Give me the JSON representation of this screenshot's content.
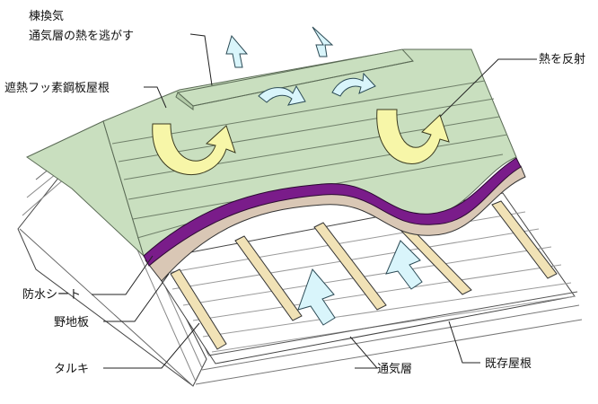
{
  "labels": {
    "ridge_vent_1": "棟換気",
    "ridge_vent_2": "通気層の熱を逃がす",
    "roof_panel": "遮熱フッ素鋼板屋根",
    "heat_reflect": "熱を反射",
    "waterproof_sheet": "防水シート",
    "sheathing_board": "野地板",
    "rafter": "タルキ",
    "air_layer": "通気層",
    "existing_roof": "既存屋根"
  },
  "colors": {
    "roof_green": "#c9dfbf",
    "roof_edge": "#5a6a55",
    "purple_membrane": "#7a1c8a",
    "sheathing": "#d9c7b5",
    "rafter_wood": "#f1e2b6",
    "heat_arrow": "#f7f6a8",
    "air_arrow": "#d9f5fb",
    "line": "#222222"
  },
  "icons": {
    "air_flow": "light-blue-air-flow-arrow-icon",
    "heat": "yellow-heat-reflection-arrow-icon"
  }
}
